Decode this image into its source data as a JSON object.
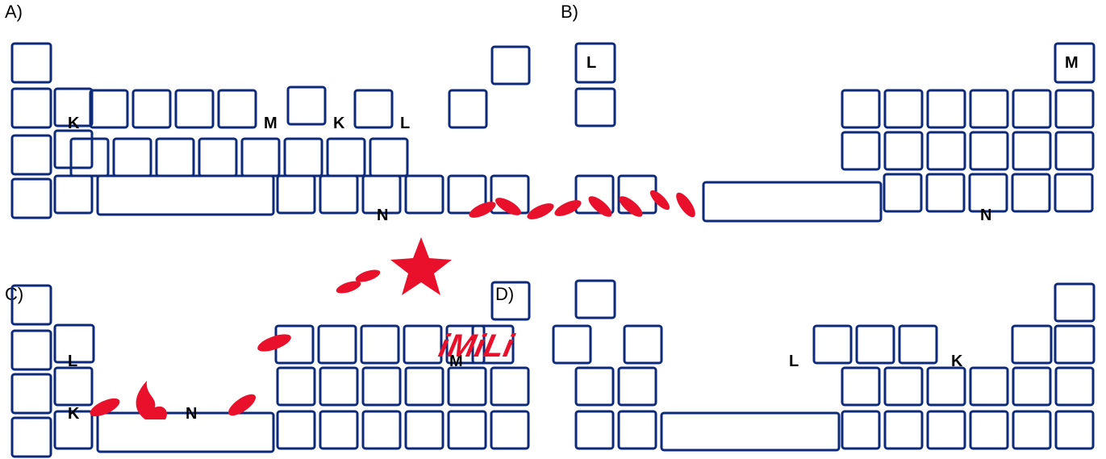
{
  "colors": {
    "cell_stroke": "#0d2a7a",
    "watermark": "#e8102a",
    "text": "#000000"
  },
  "panels": [
    {
      "id": "A",
      "label": "A)",
      "letters": [
        "K",
        "M",
        "K",
        "L",
        "N"
      ]
    },
    {
      "id": "B",
      "label": "B)",
      "letters": [
        "L",
        "M",
        "N"
      ]
    },
    {
      "id": "C",
      "label": "C)",
      "letters": [
        "L",
        "M",
        "K",
        "N"
      ]
    },
    {
      "id": "D",
      "label": "D)",
      "letters": [
        "L",
        "K"
      ]
    }
  ],
  "watermark": {
    "text": "iMiLi"
  }
}
